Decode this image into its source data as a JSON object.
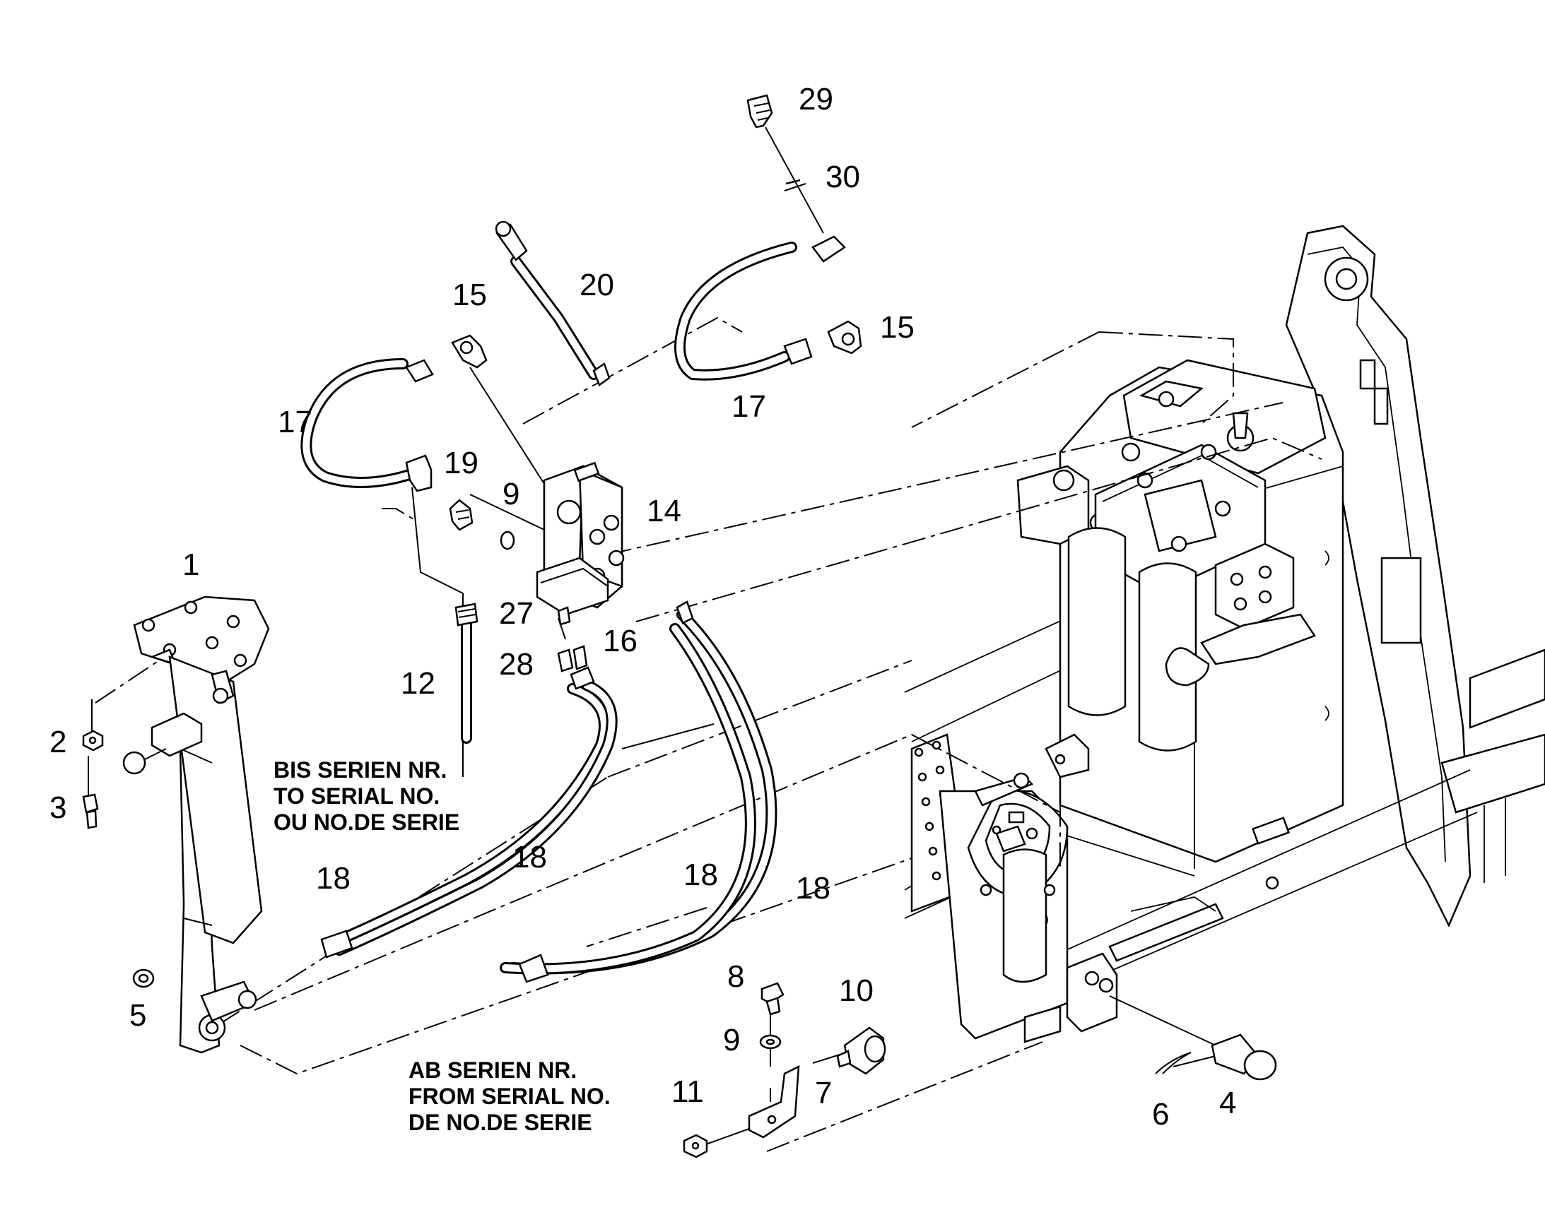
{
  "callouts": {
    "c1": "1",
    "c2": "2",
    "c3": "3",
    "c4": "4",
    "c5": "5",
    "c6": "6",
    "c7": "7",
    "c8": "8",
    "c9a": "9",
    "c9b": "9",
    "c10": "10",
    "c11": "11",
    "c12": "12",
    "c14": "14",
    "c15a": "15",
    "c15b": "15",
    "c16": "16",
    "c17a": "17",
    "c17b": "17",
    "c18a": "18",
    "c18b": "18",
    "c18c": "18",
    "c18d": "18",
    "c19": "19",
    "c20": "20",
    "c27": "27",
    "c28": "28",
    "c29": "29",
    "c30": "30"
  },
  "notes": {
    "to_serial": [
      "BIS SERIEN NR.",
      "TO SERIAL NO.",
      "OU NO.DE SERIE"
    ],
    "from_serial": [
      "AB SERIEN NR.",
      "FROM SERIAL NO.",
      "DE NO.DE SERIE"
    ]
  }
}
